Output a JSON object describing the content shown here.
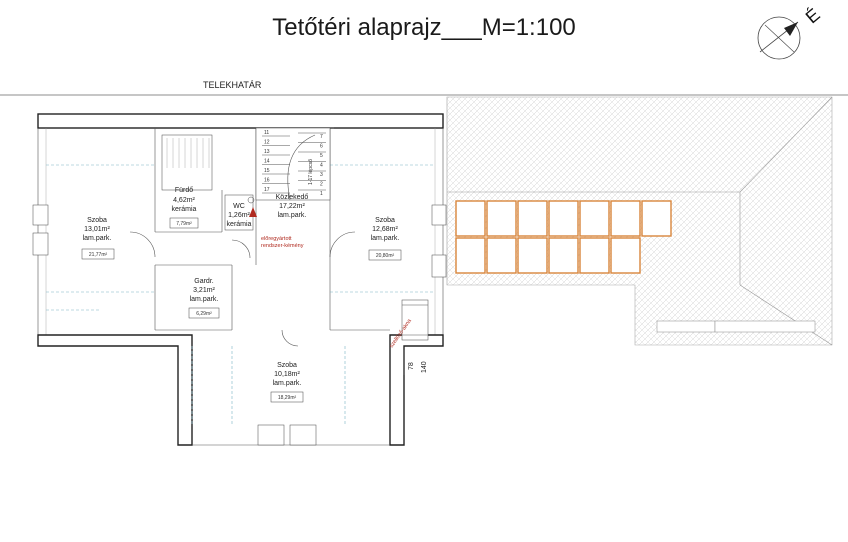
{
  "title": "Tetőtéri alaprajz___M=1:100",
  "north_marker": "É",
  "boundary_label": "TELEKHATÁR",
  "rooms": {
    "furdo": {
      "name": "Fürdő",
      "area": "4,62m²",
      "finish": "kerámia",
      "box": "7,79m²"
    },
    "wc": {
      "name": "WC",
      "area": "1,26m²",
      "finish": "kerámia"
    },
    "kozl": {
      "name": "Közlekedő",
      "area": "17,22m²",
      "finish": "lam.park."
    },
    "szoba1": {
      "name": "Szoba",
      "area": "13,01m²",
      "finish": "lam.park.",
      "box": "21,77m²"
    },
    "szoba2": {
      "name": "Szoba",
      "area": "12,68m²",
      "finish": "lam.park.",
      "box": "20,80m²"
    },
    "gardr": {
      "name": "Gardr.",
      "area": "3,21m²",
      "finish": "lam.park.",
      "box": "6,29m²"
    },
    "szoba3": {
      "name": "Szoba",
      "area": "10,18m²",
      "finish": "lam.park.",
      "box": "18,29m²"
    }
  },
  "chimney_note": [
    "előregyártott",
    "rendszer-kémény"
  ],
  "ladder_note": "szellőző-akna",
  "stair_steps": [
    "11",
    "12",
    "13",
    "14",
    "15",
    "16",
    "17",
    "1",
    "2",
    "3",
    "4",
    "5",
    "6",
    "7"
  ],
  "stair_label": "1-17 lépcső",
  "dims": [
    "78",
    "140"
  ],
  "colors": {
    "panel": "#d9853b",
    "chimney": "#b02a1f",
    "hatch": "#cfcfcf"
  }
}
